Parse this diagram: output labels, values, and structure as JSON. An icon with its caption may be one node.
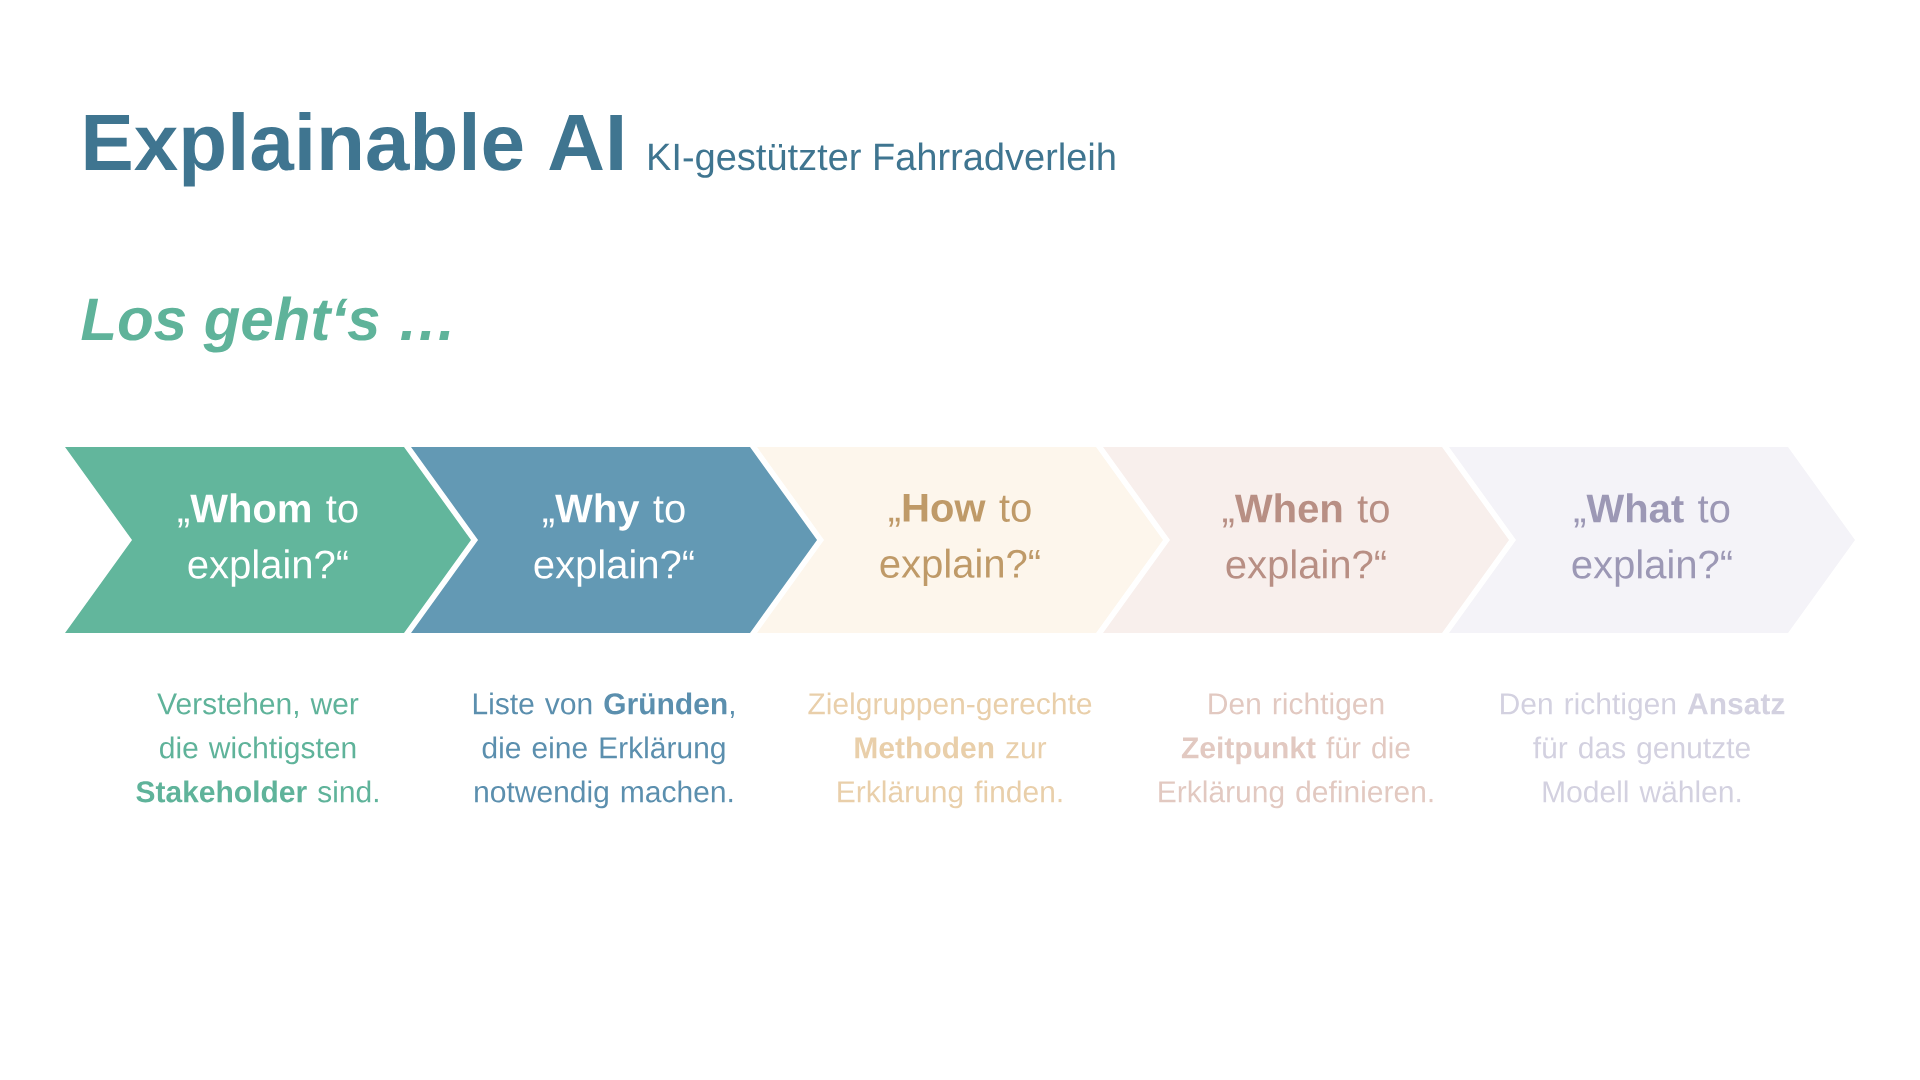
{
  "diagram": {
    "title": "Explainable AI",
    "nodes": [
      {
        "text": [
          "„**Whom** to explain?“"
        ],
        "beside": [
          "Verstehen, wer die wichtigsten **Stakeholder** sind."
        ]
      },
      {
        "text": [
          "„**Why** to explain?“"
        ],
        "beside": [
          "Liste von **Gründen**, die eine Erklärung notwendig machen."
        ]
      },
      {
        "text": [
          "„**How** to explain?“"
        ],
        "beside": [
          "Zielgruppen-gerechte **Methoden** zur Erklärung finden."
        ]
      },
      {
        "text": [
          "„**When** to explain?“"
        ],
        "beside": [
          "Den richtigen **Zeitpunkt** für die Erklärung definieren."
        ]
      },
      {
        "text": [
          "„**What** to explain?“"
        ],
        "beside": [
          "Den richtigen **Ansatz** für das genutzte Modell wählen."
        ]
      }
    ],
    "labels": [
      "KI-gestützter Fahrradverleih",
      "Los geht‘s …"
    ]
  }
}
